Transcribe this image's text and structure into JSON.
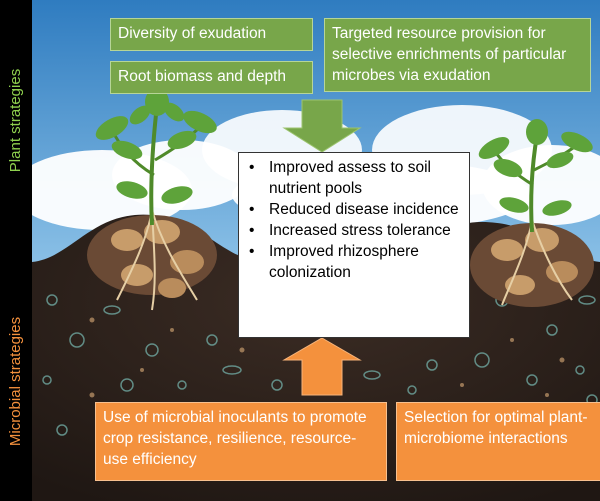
{
  "side_labels": {
    "plant": "Plant strategies",
    "microbial": "Microbial strategies"
  },
  "plant_boxes": {
    "diversity": "Diversity of exudation",
    "root": "Root biomass and depth",
    "targeted": "Targeted resource provision for selective enrichments of particular microbes via exudation"
  },
  "outcomes": [
    "Improved assess to soil nutrient pools",
    "Reduced disease incidence",
    "Increased stress tolerance",
    "Improved rhizosphere colonization"
  ],
  "microbial_boxes": {
    "inoculants": "Use of microbial inoculants to promote crop resistance, resilience, resource-use efficiency",
    "selection": "Selection for optimal plant-microbiome interactions"
  },
  "colors": {
    "plant_box": "#78a64a",
    "microbial_box": "#f4913d",
    "plant_label": "#8fd14f",
    "sky_top": "#2f7cc0",
    "soil": "#2a1f1a"
  },
  "icons": [
    "tomato-plant-left",
    "tomato-plant-right",
    "root-mound",
    "down-arrow",
    "up-arrow"
  ]
}
